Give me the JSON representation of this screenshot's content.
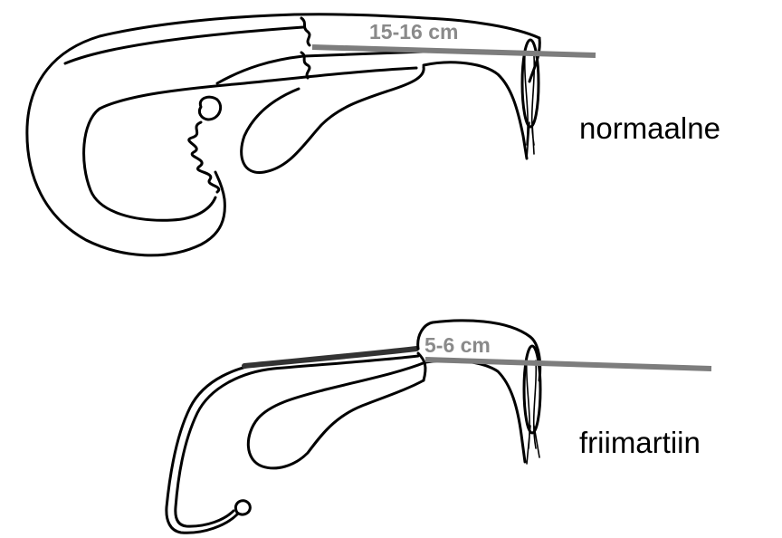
{
  "normal": {
    "measurement": "15-16 cm",
    "label": "normaalne"
  },
  "freemartin": {
    "measurement": "5-6 cm",
    "label": "friimartiin"
  },
  "colors": {
    "outline": "#000000",
    "measure_line": "#7d7d7d",
    "measure_text": "#8a8a8a"
  }
}
